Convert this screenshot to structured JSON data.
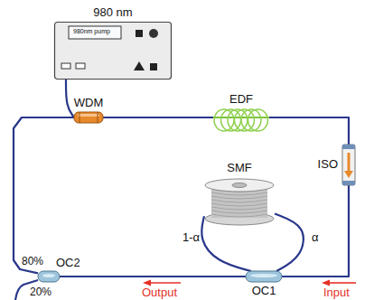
{
  "diagram": {
    "nodes": [
      {
        "text": [
          "980 nm",
          "980nm pump"
        ]
      },
      {
        "text": [
          "WDM"
        ]
      },
      {
        "text": [
          "EDF"
        ]
      },
      {
        "text": [
          "ISO"
        ]
      },
      {
        "text": [
          "SMF"
        ]
      },
      {
        "text": [
          "OC2"
        ]
      },
      {
        "text": [
          "OC1"
        ]
      }
    ],
    "edges": [
      {
        "from": 0,
        "to": 1,
        "arrow": "none"
      },
      {
        "from": 1,
        "to": 2,
        "arrow": "none"
      },
      {
        "from": 2,
        "to": 3,
        "arrow": "none"
      },
      {
        "from": 3,
        "to": 6,
        "arrow": "none"
      },
      {
        "from": 6,
        "to": 4,
        "label": "1-α",
        "arrow": "none"
      },
      {
        "from": 6,
        "to": 4,
        "label": "α",
        "arrow": "none"
      },
      {
        "from": 6,
        "to": 5,
        "arrow": "none"
      },
      {
        "from": 5,
        "to": 1,
        "label": "80%",
        "arrow": "none"
      }
    ],
    "labels": [
      "20%",
      "Output",
      "Input"
    ]
  }
}
